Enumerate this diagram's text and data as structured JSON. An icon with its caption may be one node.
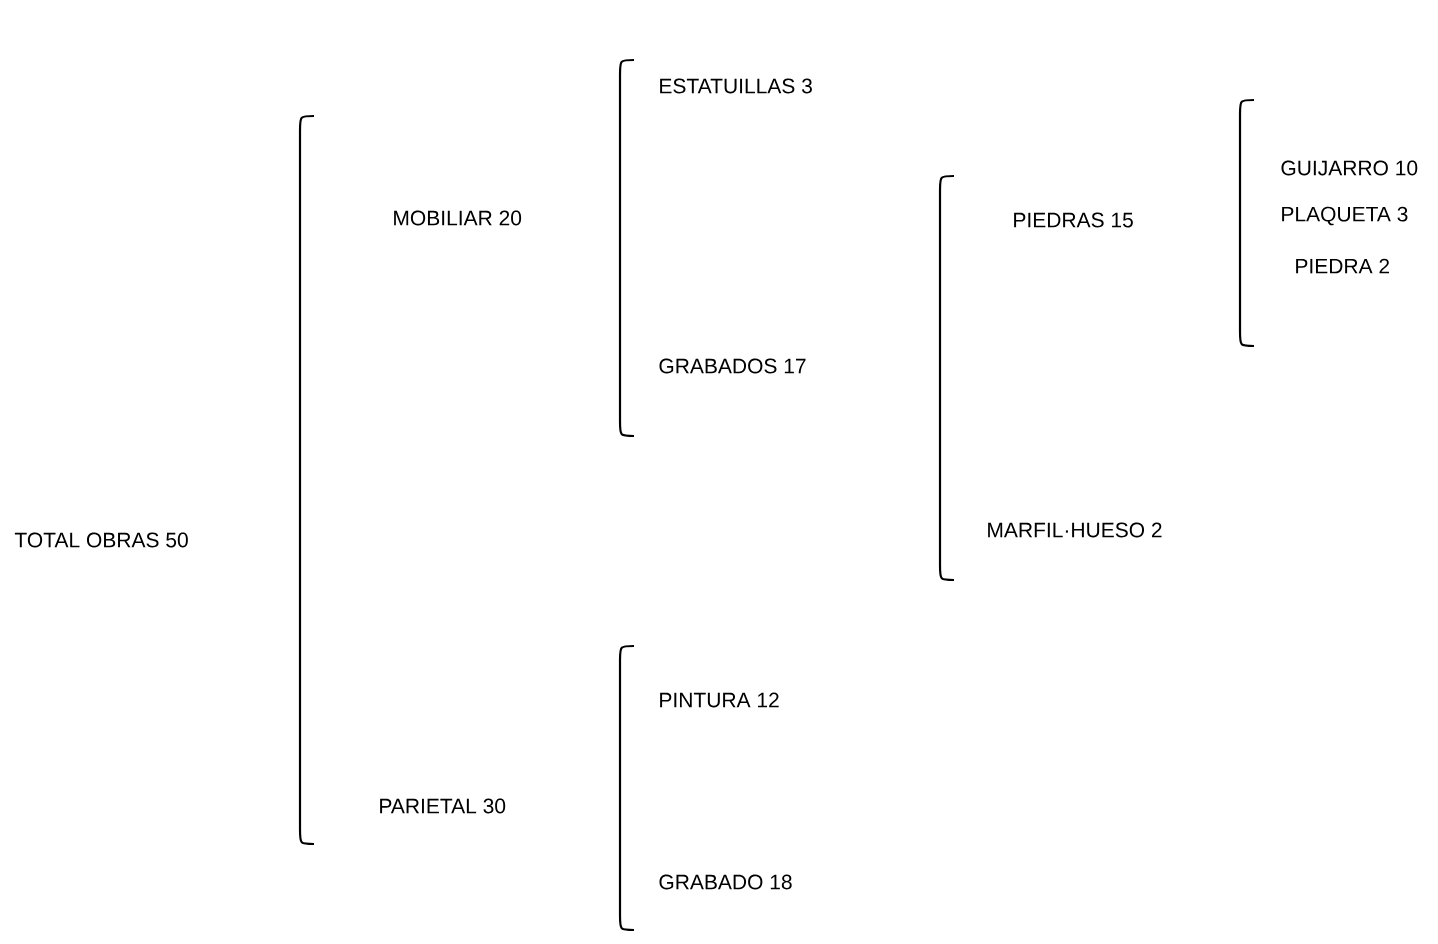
{
  "diagram": {
    "labels": [
      "ESTATUILLAS 3",
      "MOBILIAR 20",
      "GUIJARRO 10",
      "PIEDRAS 15",
      "PLAQUETA 3",
      "GRABADOS 17",
      "PIEDRA 2",
      "TOTAL OBRAS 50",
      "MARFIL·HUESO 2",
      "PINTURA 12",
      "PARIETAL 30",
      "GRABADO 18"
    ]
  }
}
